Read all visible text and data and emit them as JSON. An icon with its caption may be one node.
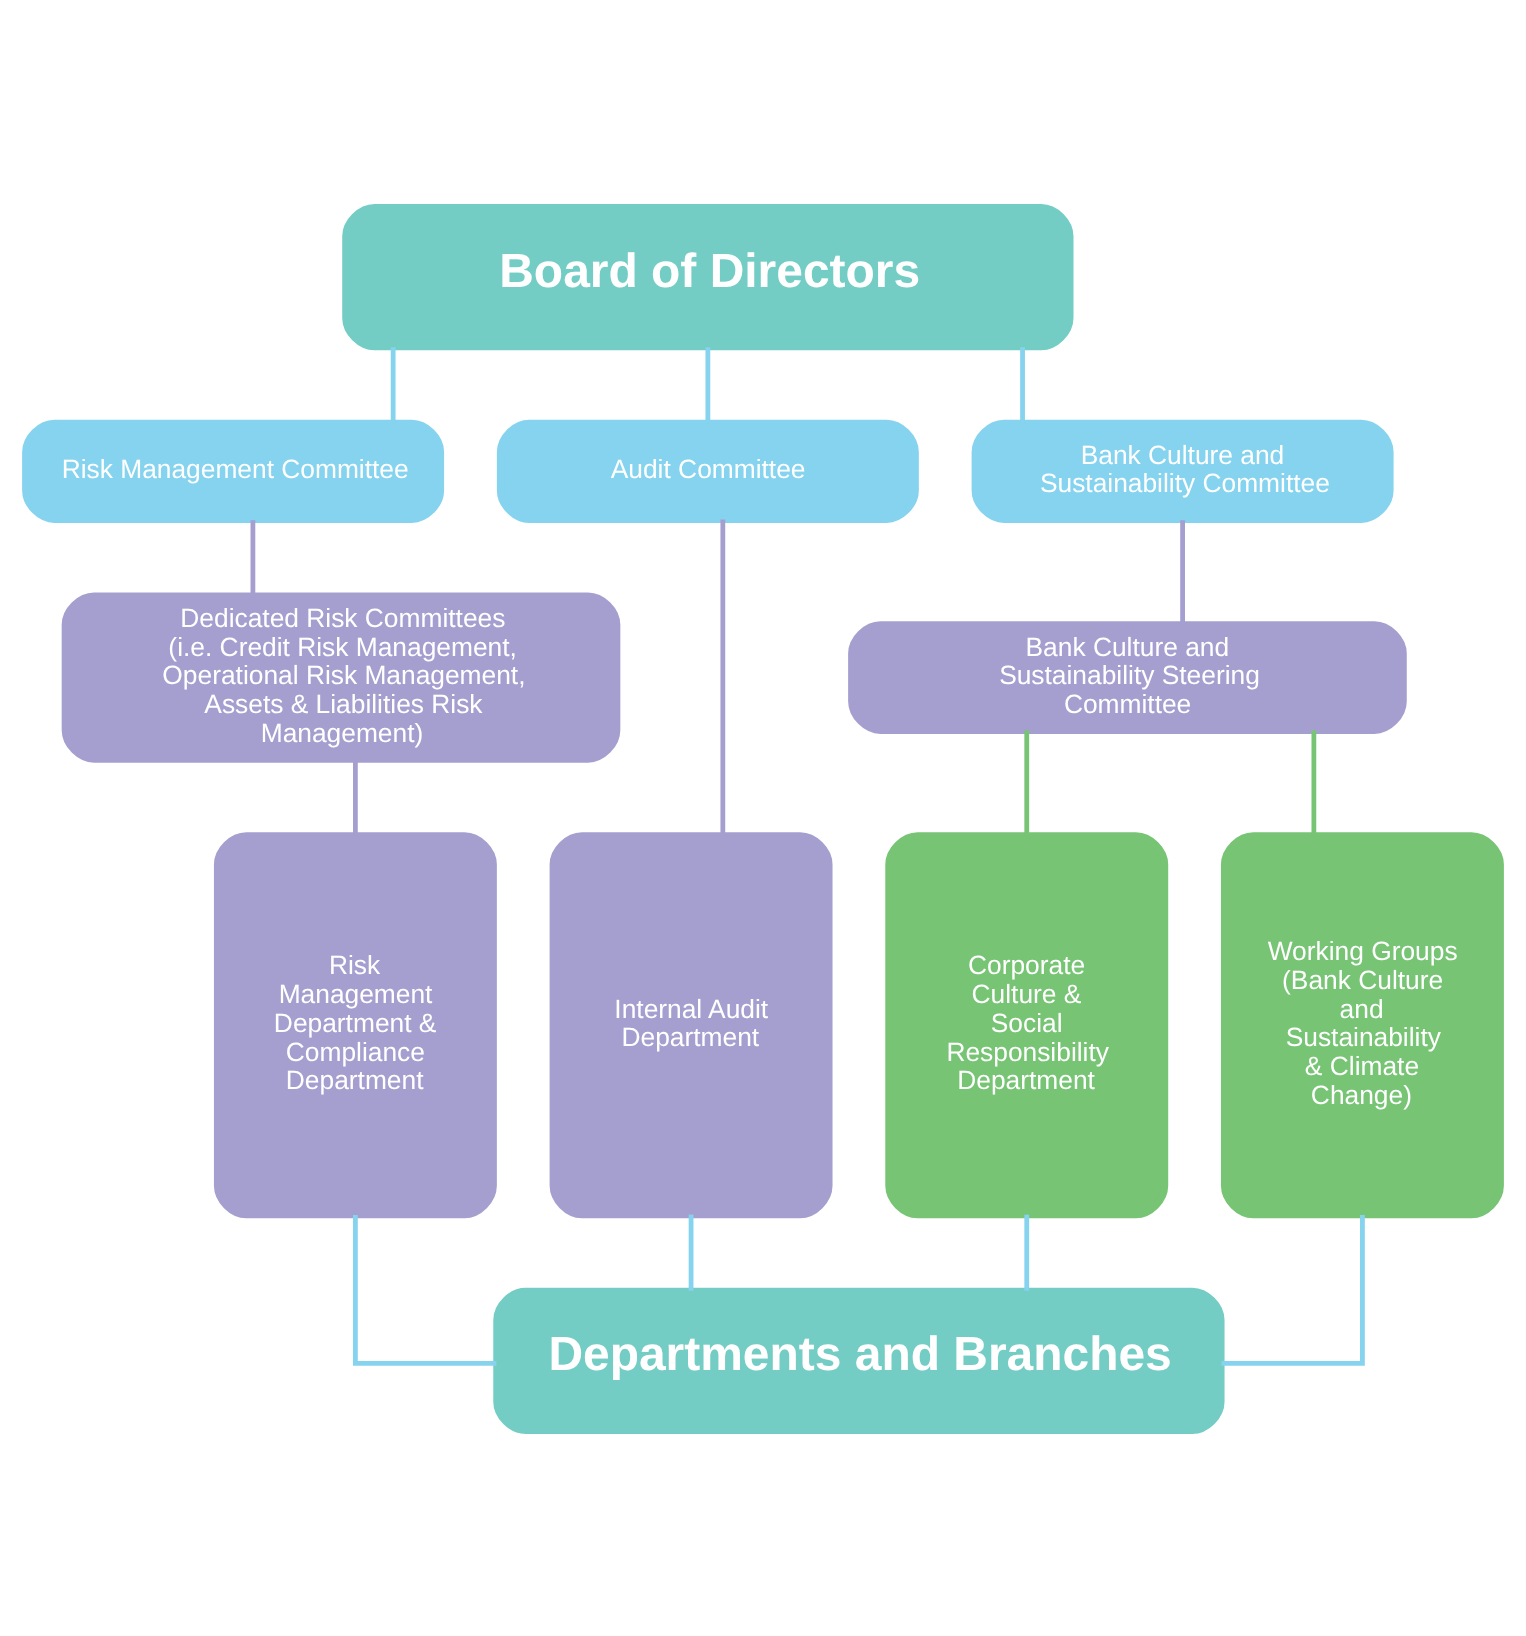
{
  "diagram": {
    "nodes": [
      {
        "text": [
          "Board of Directors"
        ]
      },
      {
        "text": [
          "Risk Management Committee"
        ]
      },
      {
        "text": [
          "Audit Committee"
        ]
      },
      {
        "text": [
          "Bank Culture and Sustainability Committee"
        ]
      },
      {
        "text": [
          "Dedicated Risk Committees (i.e. Credit Risk Management, Operational Risk Management, Assets & Liabilities Risk Management)"
        ]
      },
      {
        "text": [
          "Bank Culture and Sustainability Steering Committee"
        ]
      },
      {
        "text": [
          "Risk Management Department & Compliance Department"
        ]
      },
      {
        "text": [
          "Internal Audit Department"
        ]
      },
      {
        "text": [
          "Corporate Culture & Social Responsibility Department"
        ]
      },
      {
        "text": [
          "Working Groups (Bank Culture and Sustainability & Climate Change)"
        ]
      },
      {
        "text": [
          "Departments and Branches"
        ]
      }
    ],
    "edges": [
      {
        "from": 0,
        "to": 1,
        "arrow": "none"
      },
      {
        "from": 0,
        "to": 2,
        "arrow": "none"
      },
      {
        "from": 0,
        "to": 3,
        "arrow": "none"
      },
      {
        "from": 1,
        "to": 4,
        "arrow": "none",
        "color": "#a59fd0"
      },
      {
        "from": 3,
        "to": 5,
        "arrow": "none",
        "color": "#a59fd0"
      },
      {
        "from": 4,
        "to": 6,
        "arrow": "none",
        "color": "#a59fd0"
      },
      {
        "from": 2,
        "to": 7,
        "arrow": "none",
        "color": "#a59fd0"
      },
      {
        "from": 5,
        "to": 8,
        "arrow": "none",
        "color": "#76c474"
      },
      {
        "from": 5,
        "to": 9,
        "arrow": "none",
        "color": "#76c474"
      },
      {
        "from": 6,
        "to": 10,
        "arrow": "none"
      },
      {
        "from": 7,
        "to": 10,
        "arrow": "none"
      },
      {
        "from": 8,
        "to": 10,
        "arrow": "none"
      },
      {
        "from": 9,
        "to": 10,
        "arrow": "none"
      }
    ]
  }
}
